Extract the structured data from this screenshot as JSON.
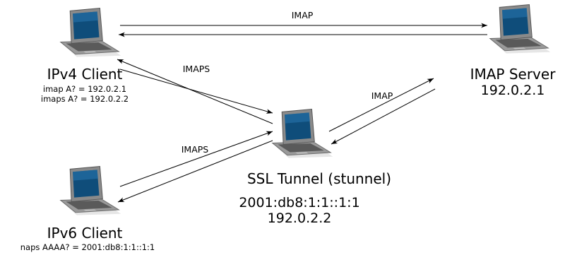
{
  "colors": {
    "ipv4_address": "#ff0000",
    "ipv6_address": "#00dd00",
    "edge": "#000000",
    "laptop_screen": "#0f4d7a",
    "laptop_body": "#9a9a9a"
  },
  "nodes": {
    "ipv4_client": {
      "icon": "laptop-icon",
      "title": "IPv4 Client",
      "dns_a": "imap A? = 192.0.2.1",
      "dns_b": "imaps A? = 192.0.2.2"
    },
    "imap_server": {
      "icon": "laptop-icon",
      "title": "IMAP Server",
      "address": "192.0.2.1"
    },
    "ssl_tunnel": {
      "icon": "laptop-icon",
      "title": "SSL Tunnel (stunnel)",
      "ipv6_address": "2001:db8:1:1::1:1",
      "ipv4_address": "192.0.2.2"
    },
    "ipv6_client": {
      "icon": "laptop-icon",
      "title": "IPv6 Client",
      "dns": "naps AAAA? = 2001:db8:1:1::1:1"
    }
  },
  "edges": {
    "client_server": "IMAP",
    "client_tunnel": "IMAPS",
    "tunnel_server": "IMAP",
    "ipv6_tunnel": "IMAPS"
  }
}
